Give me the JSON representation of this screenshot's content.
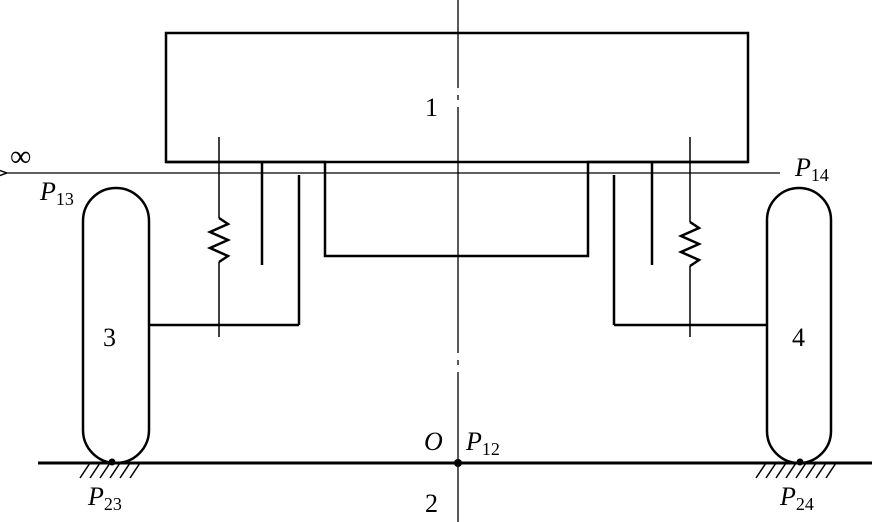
{
  "diagram": {
    "body_labels": {
      "body1": "1",
      "ground": "2",
      "wheel_left": "3",
      "wheel_right": "4"
    },
    "points": {
      "origin": "O",
      "infinity": "∞",
      "p12": {
        "letter": "P",
        "sub": "12"
      },
      "p13": {
        "letter": "P",
        "sub": "13"
      },
      "p14": {
        "letter": "P",
        "sub": "14"
      },
      "p23": {
        "letter": "P",
        "sub": "23"
      },
      "p24": {
        "letter": "P",
        "sub": "24"
      }
    },
    "colors": {
      "stroke": "#000000",
      "background": "#ffffff"
    }
  }
}
